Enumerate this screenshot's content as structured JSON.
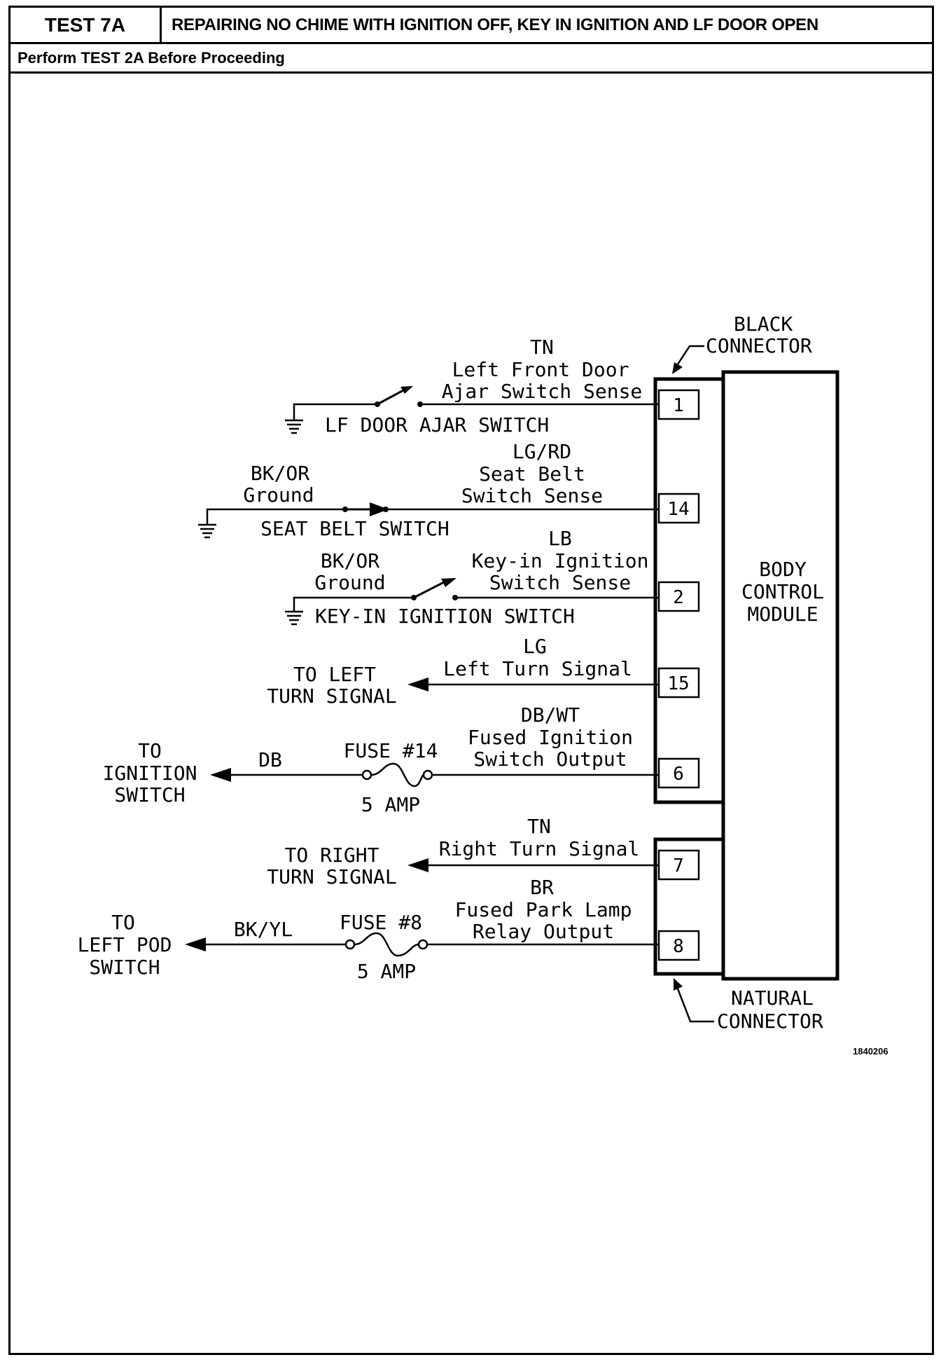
{
  "header": {
    "test_id": "TEST 7A",
    "title": "REPAIRING NO CHIME WITH IGNITION OFF, KEY IN IGNITION AND LF DOOR OPEN",
    "prerequisite": "Perform TEST 2A Before Proceeding"
  },
  "diagram": {
    "module": {
      "line1": "BODY",
      "line2": "CONTROL",
      "line3": "MODULE"
    },
    "black_connector": {
      "line1": "BLACK",
      "line2": "CONNECTOR"
    },
    "natural_connector": {
      "line1": "NATURAL",
      "line2": "CONNECTOR"
    },
    "circuits": {
      "door": {
        "pin": "1",
        "wire": "TN",
        "sense1": "Left Front Door",
        "sense2": "Ajar Switch Sense",
        "component": "LF DOOR AJAR SWITCH"
      },
      "seatbelt": {
        "pin": "14",
        "wire": "LG/RD",
        "sense1": "Seat Belt",
        "sense2": "Switch Sense",
        "ground_wire": "BK/OR",
        "ground_label": "Ground",
        "component": "SEAT BELT SWITCH"
      },
      "keyin": {
        "pin": "2",
        "wire": "LB",
        "sense1": "Key-in Ignition",
        "sense2": "Switch Sense",
        "ground_wire": "BK/OR",
        "ground_label": "Ground",
        "component": "KEY-IN IGNITION SWITCH"
      },
      "left_turn": {
        "pin": "15",
        "wire": "LG",
        "signal": "Left Turn Signal",
        "dest1": "TO LEFT",
        "dest2": "TURN SIGNAL"
      },
      "ignition": {
        "pin": "6",
        "wire": "DB/WT",
        "out1": "Fused Ignition",
        "out2": "Switch Output",
        "fuse": "FUSE #14",
        "amp": "5 AMP",
        "left_wire": "DB",
        "dest1": "TO",
        "dest2": "IGNITION",
        "dest3": "SWITCH"
      },
      "right_turn": {
        "pin": "7",
        "wire": "TN",
        "signal": "Right Turn Signal",
        "dest1": "TO RIGHT",
        "dest2": "TURN SIGNAL"
      },
      "park": {
        "pin": "8",
        "wire": "BR",
        "out1": "Fused Park Lamp",
        "out2": "Relay Output",
        "fuse": "FUSE #8",
        "amp": "5 AMP",
        "left_wire": "BK/YL",
        "dest1": "TO",
        "dest2": "LEFT POD",
        "dest3": "SWITCH"
      }
    },
    "figure_number": "1840206"
  }
}
